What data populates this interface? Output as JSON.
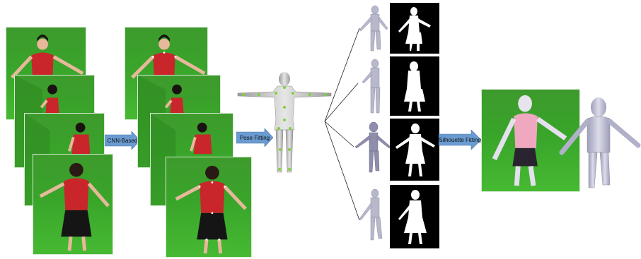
{
  "stages": {
    "cnn_label": "CNN-Based",
    "pose_label": "Pose Fitting",
    "silhouette_label": "Silhouette Fitting"
  },
  "colors": {
    "green_screen": "#3fa92e",
    "arrow_fill": "#6a9bd1",
    "mesh": "#b8b8c8",
    "shirt": "#c8262a",
    "skirt": "#151515",
    "joint": "#7ed23a"
  }
}
